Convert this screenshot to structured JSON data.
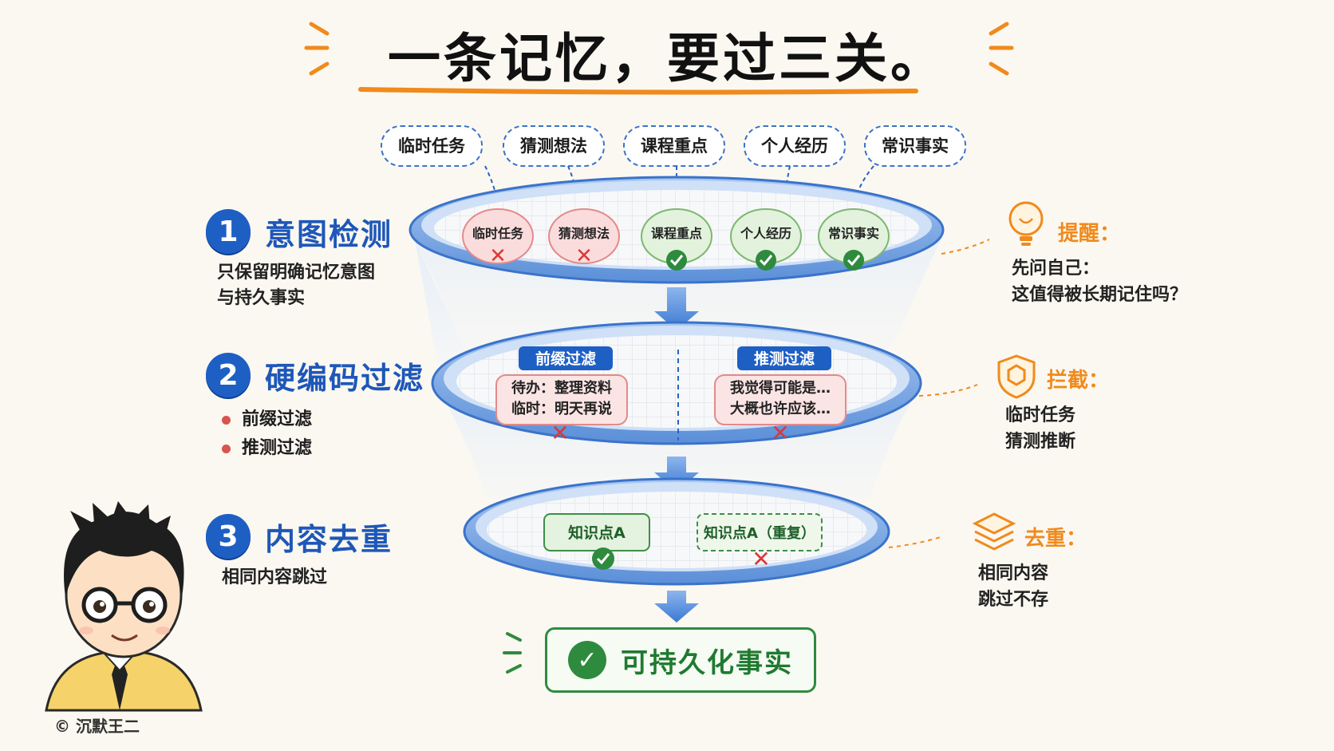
{
  "title": "一条记忆，要过三关。",
  "input_tags": [
    "临时任务",
    "猜测想法",
    "课程重点",
    "个人经历",
    "常识事实"
  ],
  "steps": [
    {
      "number": "1",
      "title": "意图检测",
      "desc": [
        "只保留明确记忆意图",
        "与持久事实"
      ]
    },
    {
      "number": "2",
      "title": "硬编码过滤",
      "bullets": [
        "前缀过滤",
        "推测过滤"
      ]
    },
    {
      "number": "3",
      "title": "内容去重",
      "desc": [
        "相同内容跳过"
      ]
    }
  ],
  "layer1": {
    "items": [
      {
        "label": "临时任务",
        "status": "rejected"
      },
      {
        "label": "猜测想法",
        "status": "rejected"
      },
      {
        "label": "课程重点",
        "status": "accepted"
      },
      {
        "label": "个人经历",
        "status": "accepted"
      },
      {
        "label": "常识事实",
        "status": "accepted"
      }
    ]
  },
  "layer2": {
    "left_tag": "前缀过滤",
    "right_tag": "推测过滤",
    "left_lines": [
      "待办：整理资料",
      "临时：明天再说"
    ],
    "right_lines": [
      "我觉得可能是…",
      "大概也许应该…"
    ]
  },
  "layer3": {
    "accepted": "知识点A",
    "rejected": "知识点A（重复）"
  },
  "tips": [
    {
      "icon": "lightbulb-icon",
      "title": "提醒：",
      "lines": [
        "先问自己：",
        "这值得被长期记住吗？"
      ]
    },
    {
      "icon": "shield-icon",
      "title": "拦截：",
      "lines": [
        "临时任务",
        "猜测推断"
      ]
    },
    {
      "icon": "layers-icon",
      "title": "去重：",
      "lines": [
        "相同内容",
        "跳过不存"
      ]
    }
  ],
  "result": "可持久化事实",
  "credit": "© 沉默王二",
  "colors": {
    "primary_blue": "#1e5fc4",
    "accent_orange": "#f08a1c",
    "accept_green": "#2e8b3e",
    "reject_red": "#d93a3a",
    "background": "#fbf8f1"
  }
}
